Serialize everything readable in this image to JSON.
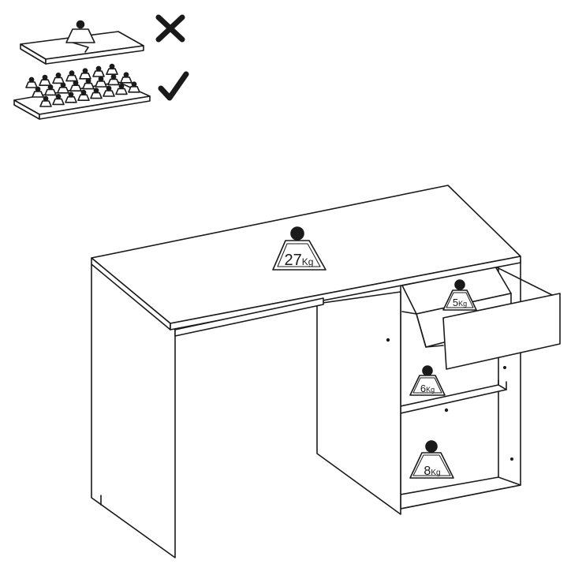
{
  "legend": {
    "wrong_mark": "cross-icon",
    "right_mark": "check-icon",
    "wrong_color": "#1a1a1a",
    "right_color": "#1a1a1a"
  },
  "weights": {
    "desktop": {
      "value": "27",
      "unit": "Kg"
    },
    "drawer": {
      "value": "5",
      "unit": "Kg"
    },
    "middle_shelf": {
      "value": "6",
      "unit": "Kg"
    },
    "bottom_shelf": {
      "value": "8",
      "unit": "Kg"
    }
  },
  "colors": {
    "line": "#1a1a1a",
    "fill": "#ffffff"
  }
}
